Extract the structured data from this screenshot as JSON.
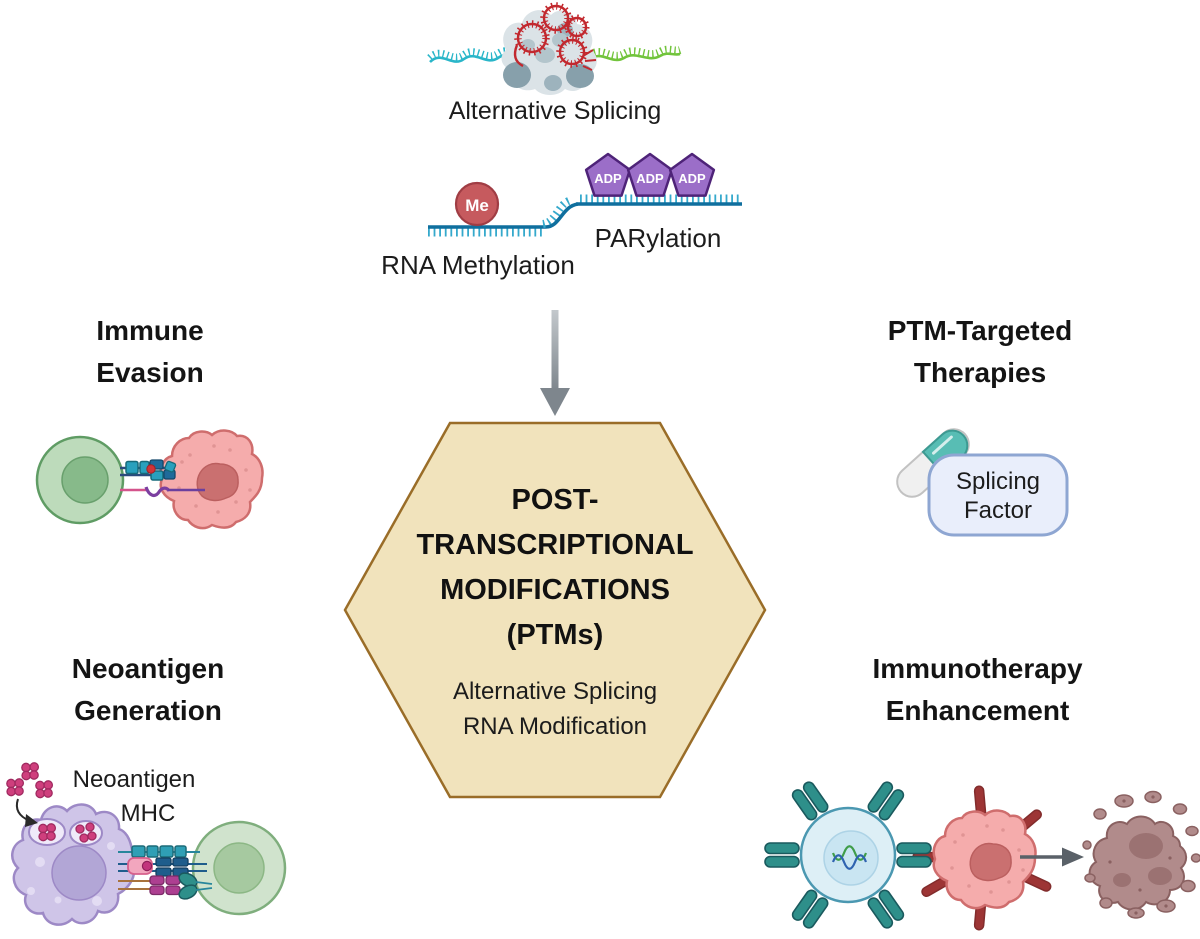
{
  "title_hexagon": {
    "title_lines": [
      "POST-",
      "TRANSCRIPTIONAL",
      "MODIFICATIONS",
      "(PTMs)"
    ],
    "subtitle_lines": [
      "Alternative Splicing",
      "RNA Modification"
    ],
    "fill": "#f1e3bc",
    "border": "#9a6d28"
  },
  "ptm_inputs": {
    "alternative_splicing": "Alternative Splicing",
    "rna_methylation": "RNA Methylation",
    "me": "Me",
    "parylation": "PARylation",
    "adp": "ADP"
  },
  "sections": {
    "immune_evasion": {
      "line1": "Immune",
      "line2": "Evasion"
    },
    "ptm_targeted_therapies": {
      "line1": "PTM-Targeted",
      "line2": "Therapies"
    },
    "neoantigen_generation": {
      "line1": "Neoantigen",
      "line2": "Generation"
    },
    "immunotherapy_enhancement": {
      "line1": "Immunotherapy",
      "line2": "Enhancement"
    }
  },
  "annotations": {
    "neoantigen": "Neoantigen",
    "mhc": "MHC",
    "splicing_factor": {
      "line1": "Splicing",
      "line2": "Factor"
    }
  },
  "colors": {
    "hexagon_fill": "#f1e3bc",
    "hexagon_border": "#9a6d28",
    "adp_pentagon": "#9b6ec8",
    "me_circle": "#c65a5e",
    "rna_strand": "#0f6f9e",
    "arrow_gray": "#7e868d",
    "pill_teal": "#58bdb4",
    "splicing_factor_fill": "#e9eefb",
    "splicing_factor_border": "#8ea6d2",
    "t_cell_green": "#bddbbb",
    "tumor_cell_pink": "#f5acac",
    "apc_purple": "#cfc5e8",
    "car_t_blue": "#ddeff6",
    "receptor_teal": "#2e8f8a",
    "neoantigen_magenta": "#cf3f7d",
    "dead_cell_mauve": "#b18b8b"
  }
}
